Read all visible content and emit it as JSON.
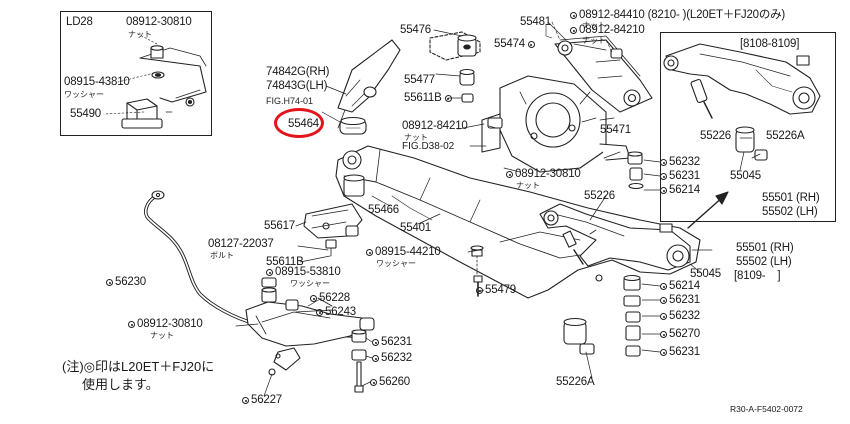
{
  "inset_ld28": {
    "title": "LD28",
    "nut_number": "08912-30810",
    "nut_word": "ナット",
    "washer_number": "08915-43810",
    "washer_word": "ワッシャー",
    "mount": "55490"
  },
  "inset_8108": {
    "title": "8108-8109",
    "p1": "55226",
    "p2": "55226A",
    "p3": "55045",
    "p4": "55501 (RH)",
    "p5": "55502 (LH)"
  },
  "labels": {
    "p55476": "55476",
    "p55481": "55481",
    "p84410": "08912-84410 (8210-",
    "p84410_note": ")(L20ET＋FJ20のみ)",
    "p84410_word": "ナット",
    "p84210a": "08912-84210",
    "p84210a_word": "ナット",
    "p55474": "55474",
    "p74842": "74842G(RH)",
    "p74843": "74843G(LH)",
    "pfigh74": "FIG.H74-01",
    "p55477": "55477",
    "p55611b_a": "55611B",
    "p55464": "55464",
    "p84210b": "08912-84210",
    "p84210b_word": "ナット",
    "pfigd38": "FIG.D38-02",
    "p55471": "55471",
    "p56232a": "56232",
    "p56231a": "56231",
    "p30810b": "08912-30810",
    "p30810b_word": "ナット",
    "p56214a": "56214",
    "p55226": "55226",
    "p55466": "55466",
    "p55617": "55617",
    "p55401": "55401",
    "p22037": "08127-22037",
    "p22037_word": "ボルト",
    "p44210": "08915-44210",
    "p44210_word": "ワッシャー",
    "p55611b_b": "55611B",
    "p53810": "08915-53810",
    "p53810_word": "ワッシャー",
    "p56230": "56230",
    "p55479": "55479",
    "p56228": "56228",
    "p56243": "56243",
    "p30810c": "08912-30810",
    "p30810c_word": "ナット",
    "p55501": "55501 (RH)",
    "p55502": "55502 (LH)",
    "p55045": "55045",
    "p8109": "8109-",
    "p56214b": "56214",
    "p56231b": "56231",
    "p56232b": "56232",
    "p56270": "56270",
    "p56231c": "56231",
    "p56231d": "56231",
    "p56232c": "56232",
    "p55226a": "55226A",
    "p56260": "56260",
    "p56227": "56227"
  },
  "note": {
    "line1": "(注)◎印はL20ET＋FJ20に",
    "line2": "使用します。"
  },
  "ref_code": "R30-A-F5402-0072",
  "highlight_color": "#e3141b"
}
